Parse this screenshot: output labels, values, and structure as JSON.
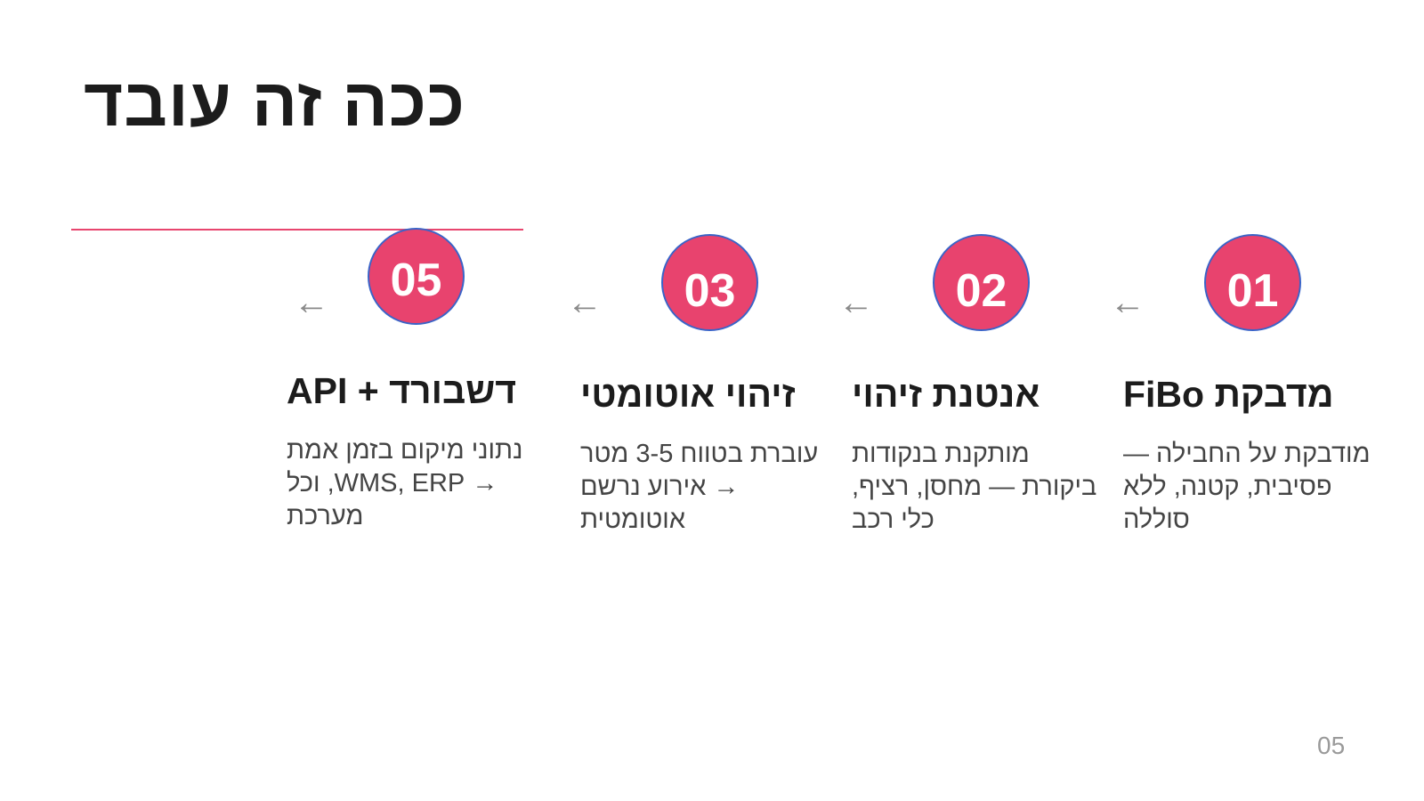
{
  "slide": {
    "title": "ככה זה עובד",
    "page_number": "05",
    "accent_color": "#e8456e"
  },
  "steps": [
    {
      "number": "01",
      "title": "מדבקת FiBo",
      "description": "מודבקת על החבילה — פסיבית, קטנה, ללא סוללה"
    },
    {
      "number": "02",
      "title": "אנטנת זיהוי",
      "description": "מותקנת בנקודות ביקורת — מחסן, רציף, כלי רכב"
    },
    {
      "number": "03",
      "title": "זיהוי אוטומטי",
      "description": "עוברת בטווח 3-5 מטר → אירוע נרשם אוטומטית"
    },
    {
      "number": "05",
      "title": "דשבורד + API",
      "description": "נתוני מיקום בזמן אמת → WMS, ERP, וכל מערכת"
    }
  ],
  "arrow_glyph": "←",
  "icons": [
    "arrow-left-icon"
  ]
}
